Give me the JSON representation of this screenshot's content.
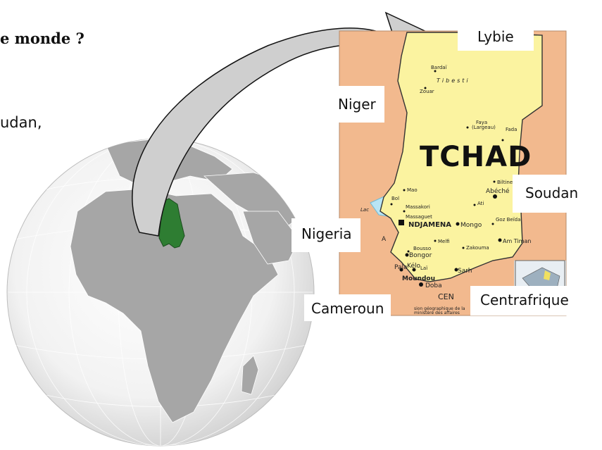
{
  "heading": {
    "fragment": "e monde ?"
  },
  "body": {
    "fragment": "udan,"
  },
  "map": {
    "country_title": "TCHAD",
    "neighbors": {
      "libya": "Lybie",
      "niger": "Niger",
      "sudan": "Soudan",
      "nigeria": "Nigeria",
      "cameroon": "Cameroun",
      "central_africa": "Centrafrique"
    },
    "small_labels": [
      {
        "text": "Bardaï"
      },
      {
        "text": "Tibesti"
      },
      {
        "text": "Zouar"
      },
      {
        "text": "Faya"
      },
      {
        "text": "(Largeau)"
      },
      {
        "text": "Fada"
      },
      {
        "text": "Biltine"
      },
      {
        "text": "Abéché"
      },
      {
        "text": "Mao"
      },
      {
        "text": "Bol"
      },
      {
        "text": "Ati"
      },
      {
        "text": "Massakori"
      },
      {
        "text": "Massaguet"
      },
      {
        "text": "Lac"
      },
      {
        "text": "Goz Beïda"
      },
      {
        "text": "NDJAMENA"
      },
      {
        "text": "Mongo"
      },
      {
        "text": "Melfi"
      },
      {
        "text": "Am Timan"
      },
      {
        "text": "Bousso"
      },
      {
        "text": "Zakouma"
      },
      {
        "text": "Bongor"
      },
      {
        "text": "Sarh"
      },
      {
        "text": "Pala"
      },
      {
        "text": "Kélo"
      },
      {
        "text": "Laï"
      },
      {
        "text": "Moundou"
      },
      {
        "text": "Doba"
      },
      {
        "text": "CEN"
      },
      {
        "text": "sion géographique de la"
      },
      {
        "text": "ministère des affaires"
      },
      {
        "text": "A"
      }
    ]
  },
  "colors": {
    "chad_fill": "#fbf3a0",
    "neighbor_fill": "#f2b98e",
    "chad_globe_highlight": "#2e7d32",
    "globe_land": "#a6a6a6"
  }
}
